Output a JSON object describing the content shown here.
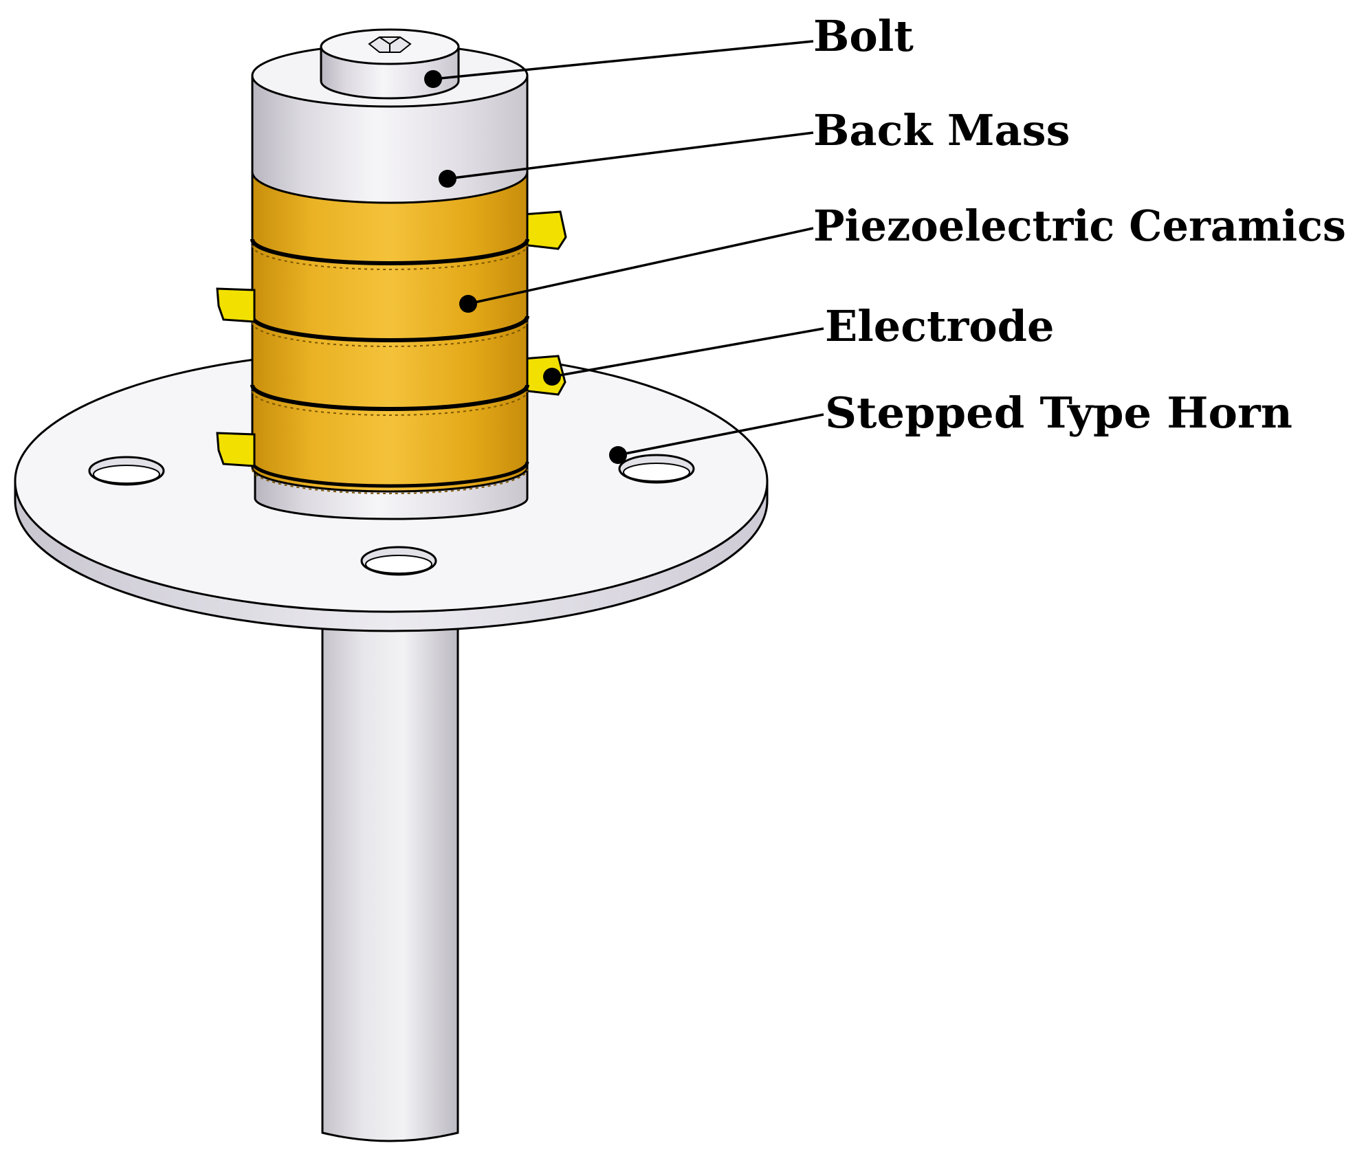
{
  "diagram": {
    "labels": {
      "bolt": "Bolt",
      "back_mass": "Back Mass",
      "piezo": "Piezoelectric Ceramics",
      "electrode": "Electrode",
      "horn": "Stepped Type Horn"
    },
    "colors": {
      "metal_light": "#f4f3f6",
      "metal_shadow": "#b9b6c0",
      "ceramic": "#e3ab18",
      "ceramic_light": "#f7cf4a",
      "ceramic_dark": "#b8820a",
      "electrode": "#f2e000",
      "leader": "#000000"
    },
    "icons": [
      "hex-socket-icon"
    ]
  }
}
